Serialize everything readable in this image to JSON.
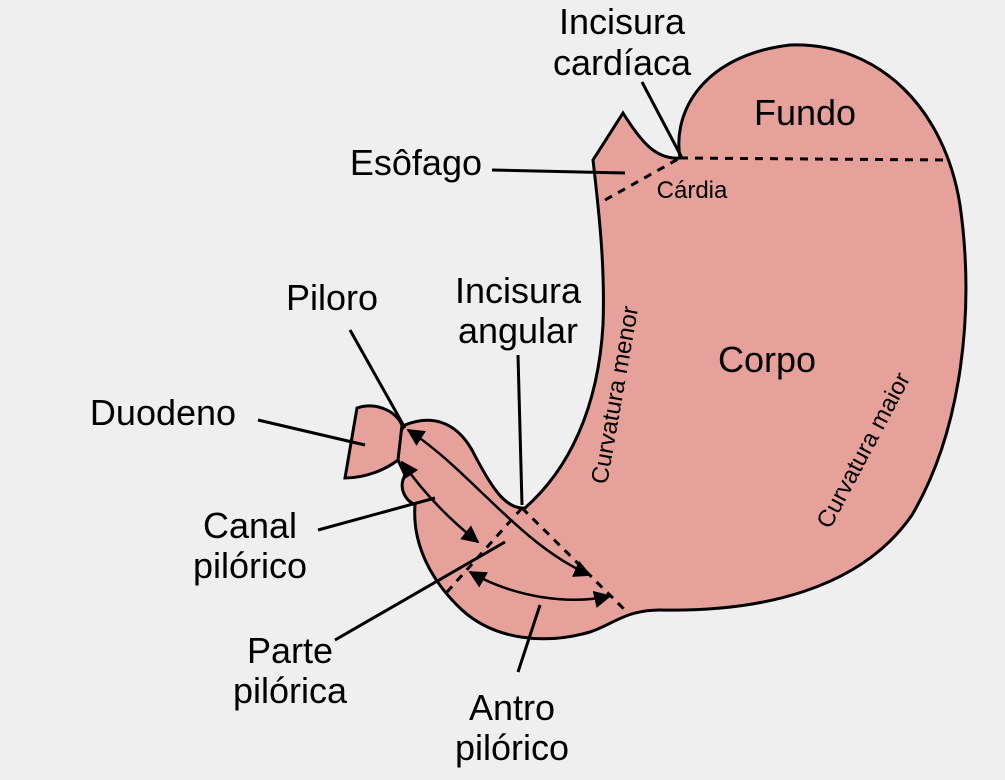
{
  "colors": {
    "background": "#efefef",
    "stomach_fill": "#e5a19a",
    "outline": "#000000"
  },
  "labels": {
    "incisura_cardiaca_line1": "Incisura",
    "incisura_cardiaca_line2": "cardíaca",
    "fundo": "Fundo",
    "esofago": "Esôfago",
    "cardia": "Cárdia",
    "piloro": "Piloro",
    "incisura_angular_line1": "Incisura",
    "incisura_angular_line2": "angular",
    "curvatura_menor": "Curvatura menor",
    "corpo": "Corpo",
    "curvatura_maior": "Curvatura maior",
    "duodeno": "Duodeno",
    "canal_pilorico_line1": "Canal",
    "canal_pilorico_line2": "pilórico",
    "parte_pilorica_line1": "Parte",
    "parte_pilorica_line2": "pilórica",
    "antro_pilorico_line1": "Antro",
    "antro_pilorico_line2": "pilórico"
  }
}
